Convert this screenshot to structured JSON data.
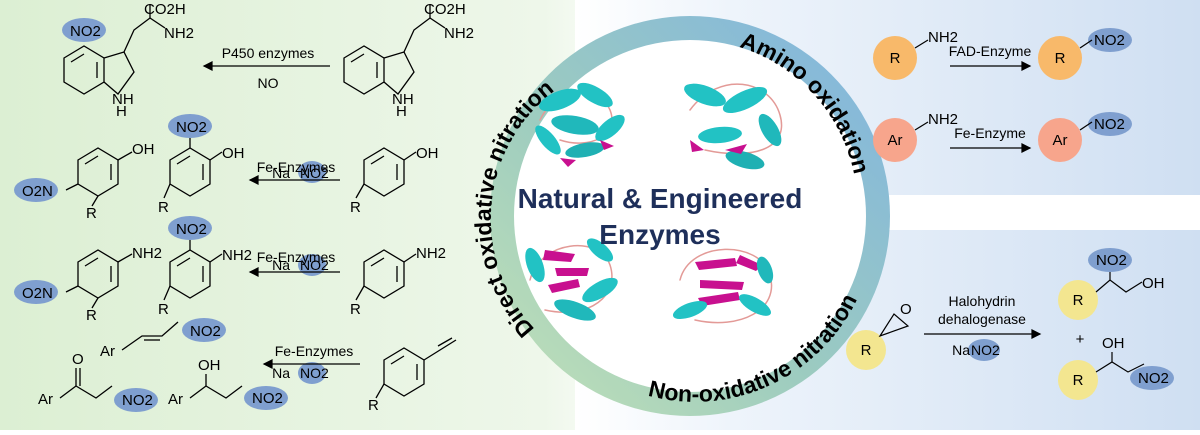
{
  "center": {
    "line1": "Natural & Engineered",
    "line2": "Enzymes"
  },
  "ring_labels": {
    "left": "Direct oxidative nitration",
    "top_right": "Amino oxidation",
    "bottom_right": "Non-oxidative nitration"
  },
  "reactions_left": [
    {
      "enzyme": "P450 enzymes",
      "reagent": "NO"
    },
    {
      "enzyme": "Fe-Enzymes",
      "reagent_prefix": "Na",
      "reagent_group": "NO2"
    },
    {
      "enzyme": "Fe-Enzymes",
      "reagent_prefix": "Na",
      "reagent_group": "NO2"
    },
    {
      "enzyme": "Fe-Enzymes",
      "reagent_prefix": "Na",
      "reagent_group": "NO2"
    }
  ],
  "reactions_right": [
    {
      "enzyme": "FAD-Enzyme",
      "substrate": "R",
      "product": "R"
    },
    {
      "enzyme": "Fe-Enzyme",
      "substrate": "Ar",
      "product": "Ar"
    }
  ],
  "epoxide_reaction": {
    "enzyme_line1": "Halohydrin",
    "enzyme_line2": "dehalogenase",
    "reagent_prefix": "Na",
    "reagent_group": "NO2",
    "plus": "+",
    "substituent": "R"
  },
  "groups": {
    "amine": "NH2",
    "amine_short": "NH",
    "acid": "CO2H",
    "hydroxyl": "OH",
    "nitro": "NO2",
    "nitro_rev": "O2N",
    "R": "R",
    "Ar": "Ar",
    "O": "O",
    "H": "H"
  },
  "colors": {
    "left_panel": "#e5f3de",
    "right_panel": "#dfeaf7",
    "ring_green": "#a8d49a",
    "ring_blue": "#8fb9e0",
    "nitro_badge": "#7f9fcf",
    "R_circle": "#f8b96a",
    "Ar_circle": "#f7a58c",
    "R_yellow": "#f3e690",
    "protein": "#22c2c4",
    "sheet": "#c8108f",
    "coil": "#e39a97"
  }
}
